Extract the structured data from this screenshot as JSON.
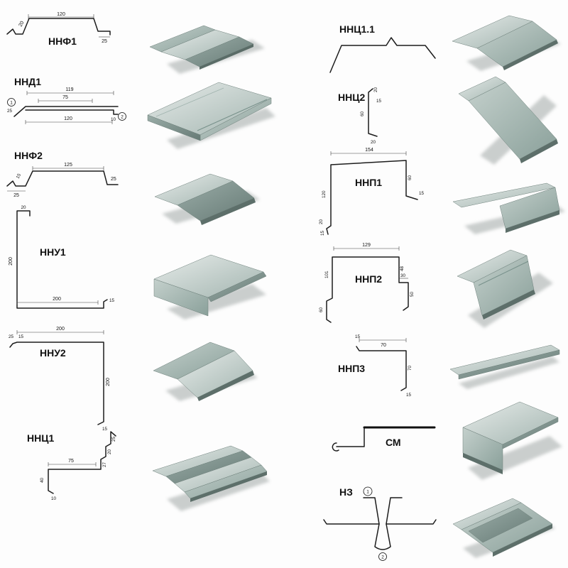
{
  "profiles": {
    "nnf1": {
      "label": "ННФ1",
      "d_top": "120",
      "d_slope": "20",
      "d_right": "25"
    },
    "nnd1": {
      "label": "ННД1",
      "d1": "119",
      "d2": "75",
      "d3": "120",
      "d_left": "25",
      "d_right": "10",
      "mark1": "1",
      "mark2": "2"
    },
    "nnf2": {
      "label": "ННФ2",
      "d_top": "125",
      "d_l1": "15",
      "d_l2": "25",
      "d_right": "25"
    },
    "nnu1": {
      "label": "ННУ1",
      "d_hook": "20",
      "d_vert": "200",
      "d_horiz": "200",
      "d_end": "15"
    },
    "nnu2": {
      "label": "ННУ2",
      "d_l1": "25",
      "d_l2": "15",
      "d_horiz": "200",
      "d_vert": "200",
      "d_end": "15"
    },
    "nnc1": {
      "label": "ННЦ1",
      "d1": "25",
      "d2": "20",
      "d3": "27",
      "d4": "75",
      "d5": "40",
      "d6": "10"
    },
    "nnc11": {
      "label": "ННЦ1.1"
    },
    "nnc2": {
      "label": "ННЦ2",
      "d1": "20",
      "d2": "15",
      "d3": "60",
      "d4": "20"
    },
    "nnp1": {
      "label": "ННП1",
      "d_top": "154",
      "d_left": "120",
      "d_r1": "60",
      "d_r2": "15",
      "d_b1": "20",
      "d_b2": "15"
    },
    "nnp2": {
      "label": "ННП2",
      "d_top": "129",
      "d_left": "101",
      "d_r1": "48",
      "d_r2": "30",
      "d_r3": "50",
      "d_b": "60"
    },
    "nnp3": {
      "label": "ННП3",
      "d1": "15",
      "d2": "70",
      "d3": "70",
      "d4": "15"
    },
    "cm": {
      "label": "СМ"
    },
    "nz": {
      "label": "НЗ",
      "mark1": "1",
      "mark2": "2"
    }
  }
}
